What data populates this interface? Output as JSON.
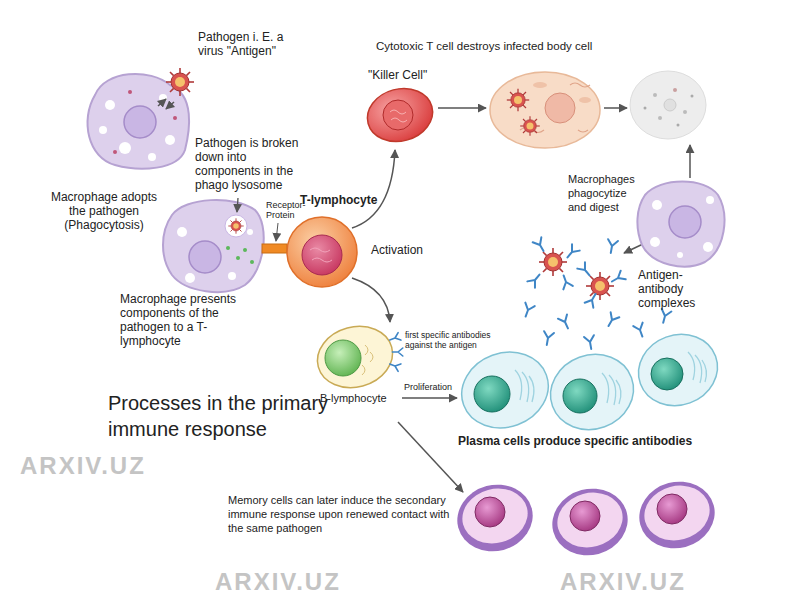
{
  "diagram": {
    "title": "Processes in the primary immune response",
    "labels": [
      "Pathogen i. E. a virus \"Antigen\"",
      "Cytotoxic T cell destroys infected body cell",
      "\"Killer Cell\"",
      "Macrophage adopts the pathogen (Phagocytosis)",
      "Pathogen is broken down into components in the phago lysosome",
      "Receptor- Protein",
      "T-lymphocyte",
      "Activation",
      "Macrophage presents components of the pathogen to a T-lymphocyte",
      "Macrophages phagocytize and digest",
      "Antigen- antibody complexes",
      "first specific antibodies against the antigen",
      "B-lymphocyte",
      "Proliferation",
      "Plasma cells produce specific antibodies",
      "Memory cells can later induce the secondary immune response upon renewed contact with the same pathogen",
      "ARXIV.UZ",
      "ARXIV.UZ",
      "ARXIV.UZ"
    ]
  }
}
